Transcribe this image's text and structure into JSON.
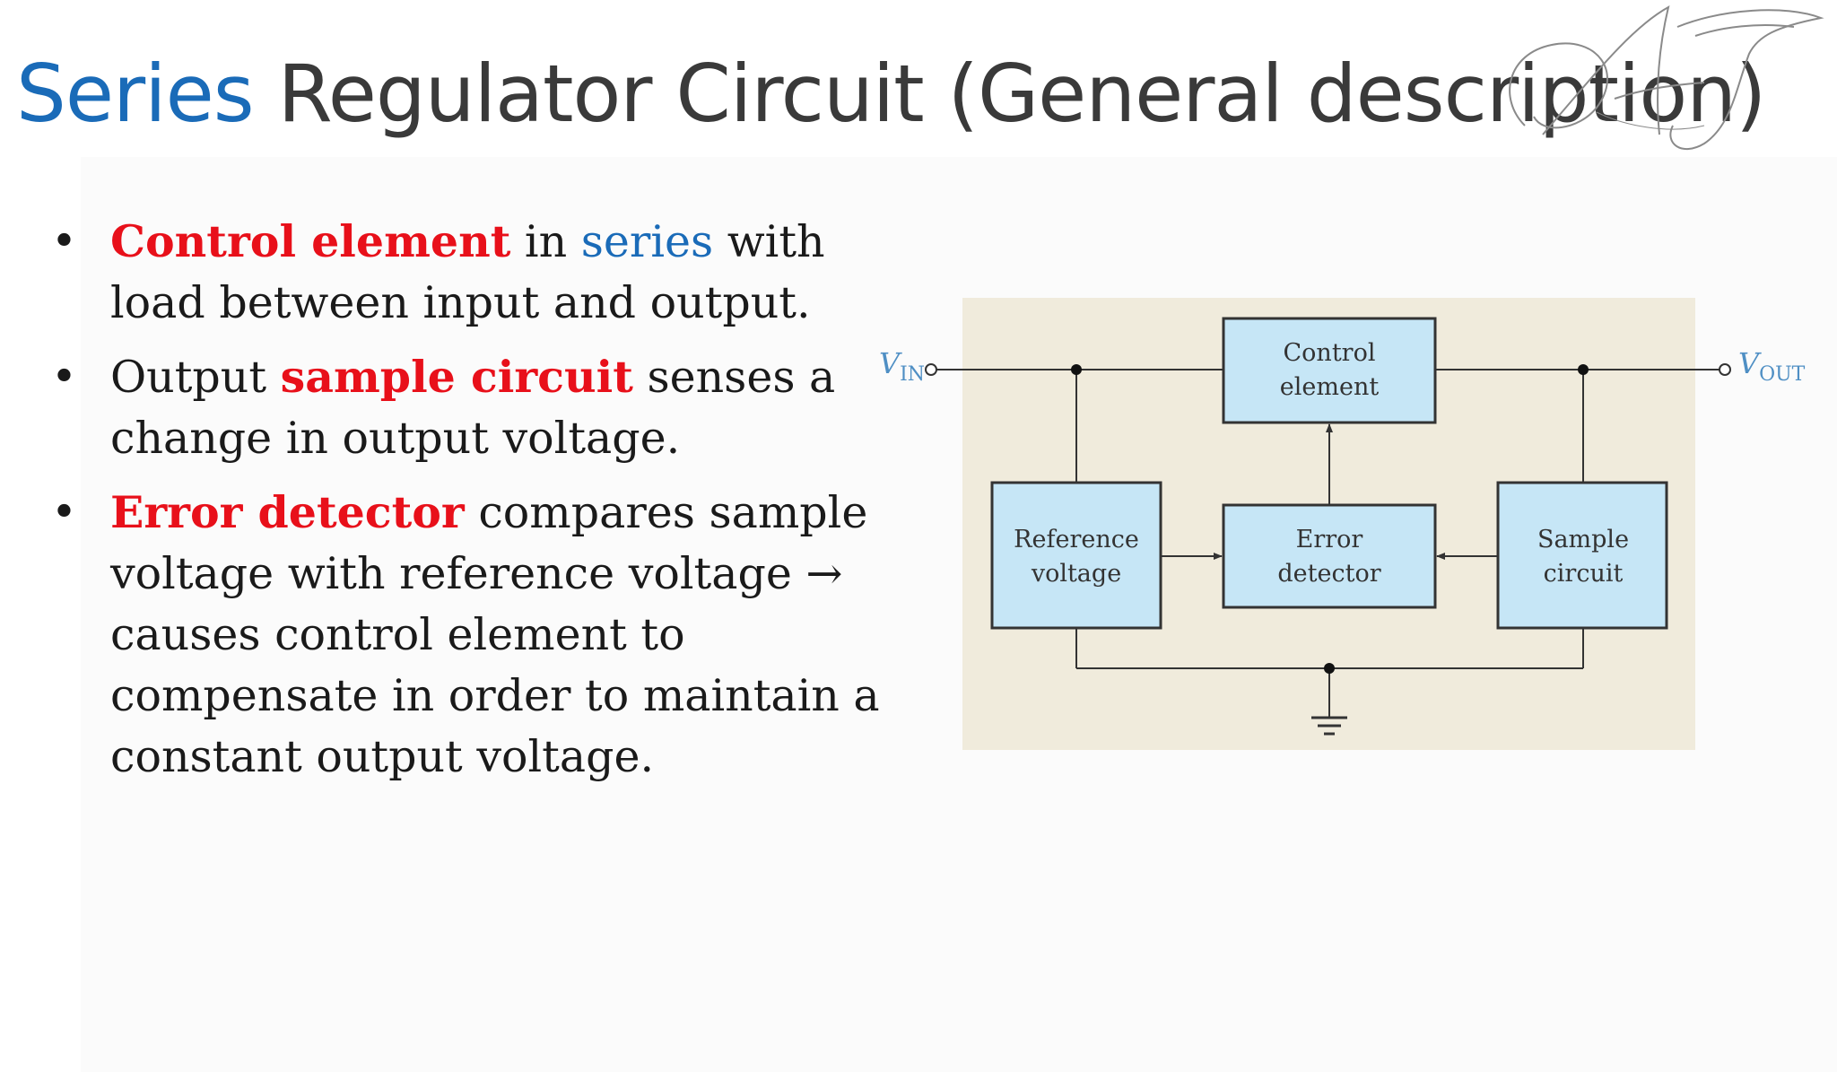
{
  "title": {
    "accent": "Series",
    "rest": " Regulator Circuit (General description)"
  },
  "watermark": {
    "text": "AJ"
  },
  "bullets": [
    {
      "marker": "•",
      "parts": [
        {
          "text": "Control element",
          "style": "red"
        },
        {
          "text": " in ",
          "style": "normal"
        },
        {
          "text": "series",
          "style": "blue"
        },
        {
          "text": " with load between input and output.",
          "style": "normal"
        }
      ]
    },
    {
      "marker": "•",
      "parts": [
        {
          "text": "Output ",
          "style": "normal"
        },
        {
          "text": "sample circuit",
          "style": "red"
        },
        {
          "text": " senses a change in output voltage.",
          "style": "normal"
        }
      ]
    },
    {
      "marker": "•",
      "parts": [
        {
          "text": "Error detector",
          "style": "red"
        },
        {
          "text": " compares sample voltage with reference voltage → causes control element to compensate in order to maintain a constant output voltage.",
          "style": "normal"
        }
      ]
    }
  ],
  "diagram": {
    "vin": {
      "main": "V",
      "sub": "IN"
    },
    "vout": {
      "main": "V",
      "sub": "OUT"
    },
    "blocks": {
      "control": [
        "Control",
        "element"
      ],
      "reference": [
        "Reference",
        "voltage"
      ],
      "error": [
        "Error",
        "detector"
      ],
      "sample": [
        "Sample",
        "circuit"
      ]
    },
    "colors": {
      "panel": "#f0ebdc",
      "block_fill": "#c6e6f6",
      "line": "#333333",
      "terminal_text": "#4f8fc4"
    }
  }
}
